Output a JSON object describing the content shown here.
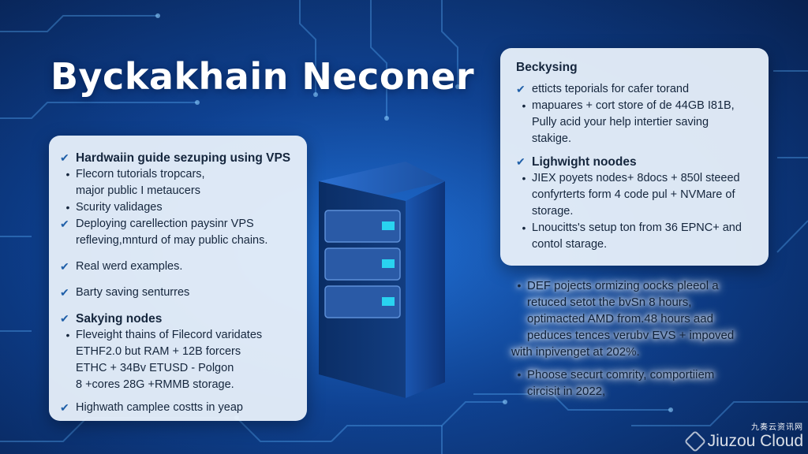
{
  "title": "Byckakhain Neconer",
  "left_panel": {
    "rows": [
      {
        "mark": "check",
        "text": "Hardwaiin guide sezuping using VPS",
        "bold": true
      },
      {
        "mark": "bullet",
        "text": "Flecorn tutorials tropcars,"
      },
      {
        "mark": "none",
        "text": "major public I metaucers"
      },
      {
        "mark": "bullet",
        "text": "Scurity validages"
      },
      {
        "mark": "check",
        "text": "Deploying carellection paysinr VPS"
      },
      {
        "mark": "none",
        "text": "refleving,mnturd of may public chains."
      },
      {
        "mark": "check",
        "text": "Real werd examples."
      },
      {
        "mark": "check",
        "text": "Barty saving senturres"
      },
      {
        "mark": "check",
        "text": "Sakying nodes",
        "bold": true
      },
      {
        "mark": "bullet",
        "text": "Fleveight thains of Filecord varidates"
      },
      {
        "mark": "none",
        "text": "ETHF2.0 but RAM + 12B forcers"
      },
      {
        "mark": "none",
        "text": "ETHC + 34Bv ETUSD - Polgon"
      },
      {
        "mark": "none",
        "text": "8 +cores 28G +RMMB storage."
      },
      {
        "mark": "check",
        "text": "Highwath camplee costts in yeap"
      }
    ]
  },
  "right_panel": {
    "heading": "Beckysing",
    "rows": [
      {
        "mark": "check",
        "text": "etticts teporials for cafer torand"
      },
      {
        "mark": "bullet",
        "text": "mapuares + cort store of de 44GB I81B,"
      },
      {
        "mark": "none",
        "text": "Pully acid your help intertier saving"
      },
      {
        "mark": "none",
        "text": "stakige."
      },
      {
        "mark": "check",
        "text": "Lighwight noodes",
        "bold": true
      },
      {
        "mark": "bullet",
        "text": "JIEX poyets nodes+ 8docs + 850l steeed"
      },
      {
        "mark": "none",
        "text": "confyrterts form 4 code pul + NVMare of"
      },
      {
        "mark": "none",
        "text": "storage."
      },
      {
        "mark": "bullet",
        "text": "Lnoucitts's setup ton from 36 EPNC+ and"
      },
      {
        "mark": "none",
        "text": "contol starage."
      }
    ]
  },
  "glow_block": {
    "rows": [
      {
        "mark": "bullet",
        "text": "DEF pojects ormizing oocks pleeol a"
      },
      {
        "mark": "none",
        "text": "retuced setot the bvSn 8 hours,"
      },
      {
        "mark": "none",
        "text": "optimacted AMD from.48 hours aad"
      },
      {
        "mark": "none",
        "text": "peduces tences verubv EVS + impoved"
      },
      {
        "mark": "none",
        "text": "with inpivenget at 202%."
      },
      {
        "mark": "bullet",
        "text": "Phoose securt comrity, comportiiem"
      },
      {
        "mark": "none",
        "text": "circisit in 2022,"
      }
    ]
  },
  "watermark": {
    "cn_text": "九奏云资讯网",
    "brand": "Jiuzou Cloud"
  },
  "icons": {
    "check": "check-icon",
    "bullet": "bullet-icon",
    "server": "server-icon",
    "logo": "jiuzou-logo-icon"
  },
  "colors": {
    "background": "#0d3f8f",
    "panel": "#e8f0fa",
    "check": "#1f5fa8",
    "led": "#29d3f0",
    "circuit": "#5fb4ff"
  }
}
